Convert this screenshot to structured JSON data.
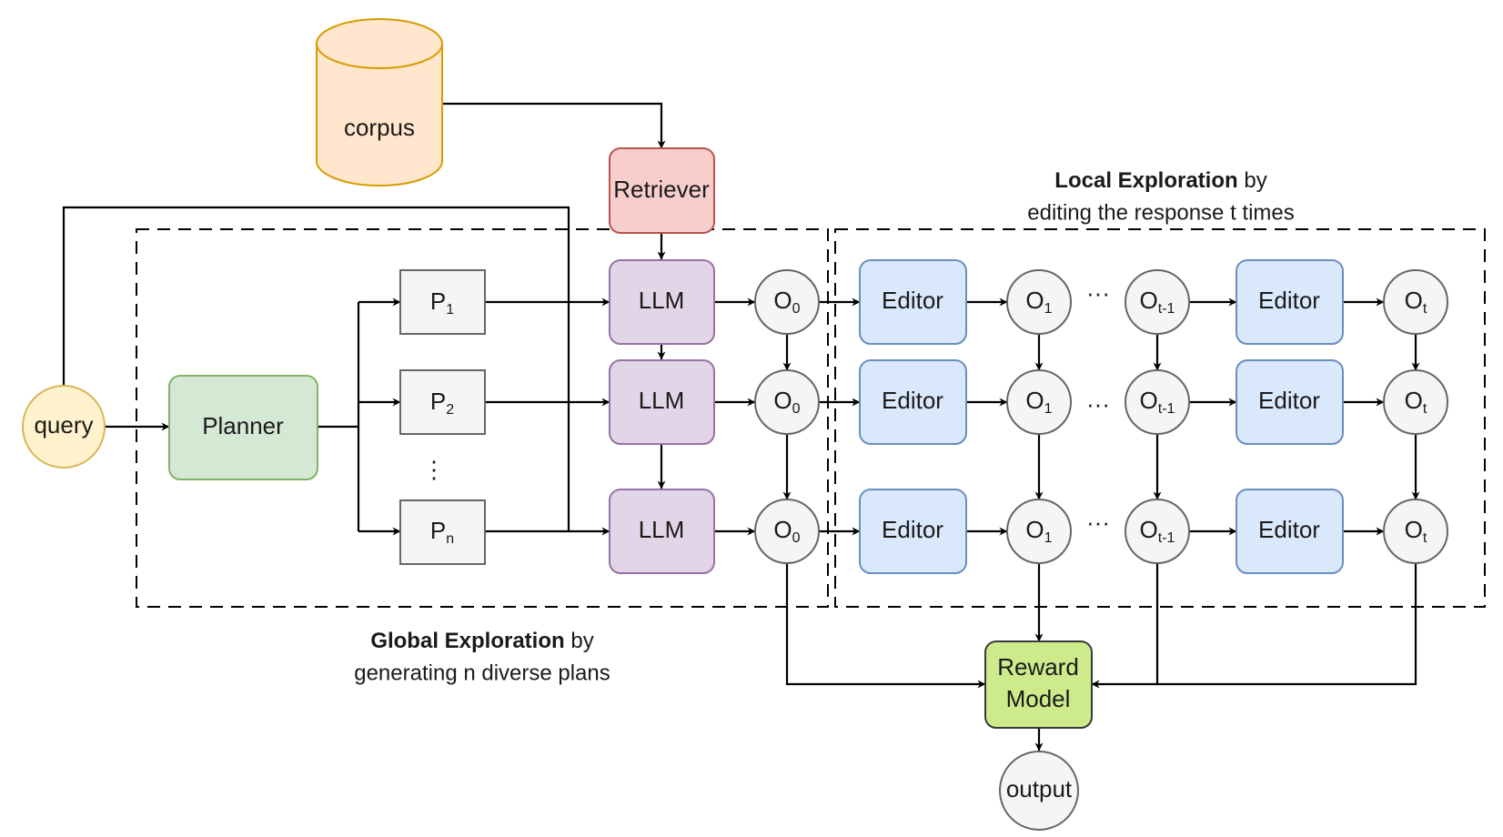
{
  "nodes": {
    "corpus": "corpus",
    "retriever": "Retriever",
    "query": "query",
    "planner": "Planner",
    "plans": [
      {
        "base": "P",
        "sub": "1"
      },
      {
        "base": "P",
        "sub": "2"
      },
      {
        "base": "P",
        "sub": "n"
      }
    ],
    "plans_ellipsis": "⋮",
    "llm": "LLM",
    "editor": "Editor",
    "output": "output",
    "reward_line1": "Reward",
    "reward_line2": "Model",
    "o_base": "O",
    "o_sub_0": "0",
    "o_sub_1": "1",
    "o_sub_tm1": "t-1",
    "o_sub_t": "t",
    "row_ellipsis": "···"
  },
  "captions": {
    "local_bold": "Local Exploration",
    "local_rest": " by",
    "local_line2": "editing the response t times",
    "global_bold": "Global Exploration",
    "global_rest": " by",
    "global_line2": "generating n diverse plans"
  },
  "colors": {
    "corpus_fill": "#ffe6cc",
    "corpus_stroke": "#d79b00",
    "retriever_fill": "#f8cecc",
    "retriever_stroke": "#b85450",
    "query_fill": "#fff2cc",
    "query_stroke": "#d6b656",
    "planner_fill": "#d5e8d4",
    "planner_stroke": "#82b366",
    "plan_fill": "#f5f5f5",
    "plan_stroke": "#666666",
    "llm_fill": "#e1d5e7",
    "llm_stroke": "#9673a6",
    "editor_fill": "#dae8fc",
    "editor_stroke": "#6c8ebf",
    "o_fill": "#f5f5f5",
    "o_stroke": "#666666",
    "reward_fill": "#cdeb8b",
    "reward_stroke": "#36393d"
  }
}
